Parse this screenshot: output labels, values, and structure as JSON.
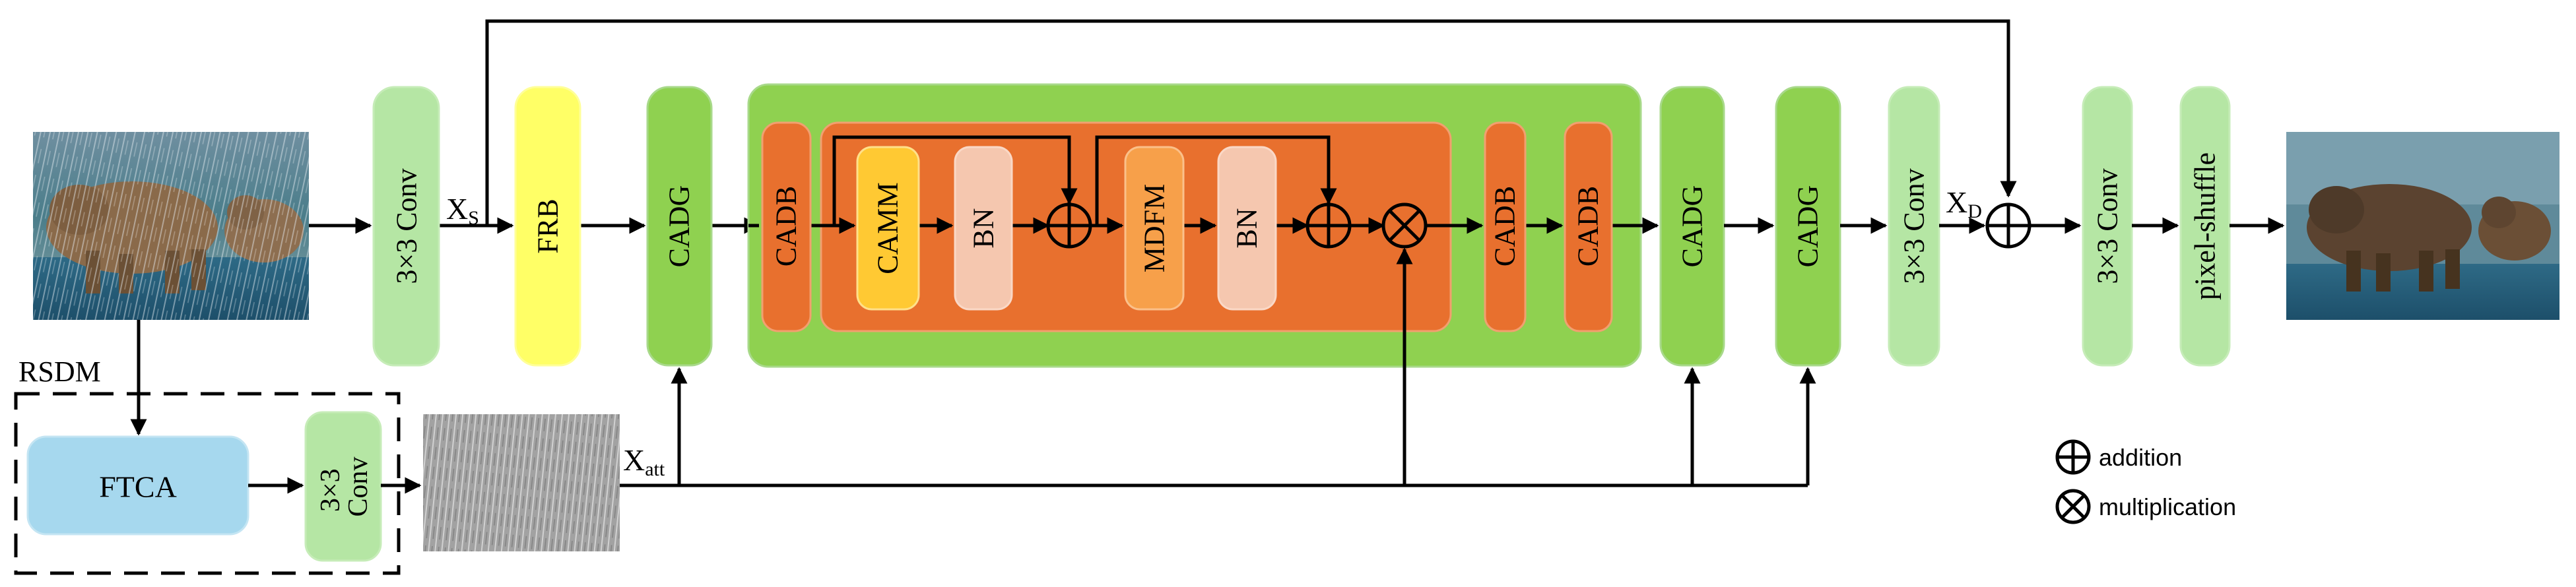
{
  "blocks": {
    "conv_in": "3×3 Conv",
    "frb": "FRB",
    "cadg_1": "CADG",
    "cadb_1": "CADB",
    "camm": "CAMM",
    "bn_1": "BN",
    "mdfm": "MDFM",
    "bn_2": "BN",
    "cadb_2": "CADB",
    "cadb_3": "CADB",
    "cadg_2": "CADG",
    "cadg_3": "CADG",
    "conv_mid": "3×3 Conv",
    "conv_out": "3×3 Conv",
    "pixel_shuffle": "pixel-shuffle",
    "ftca": "FTCA",
    "conv_rsdm_line1": "3×3",
    "conv_rsdm_line2": "Conv"
  },
  "labels": {
    "xs_main": "X",
    "xs_sub": "S",
    "xd_main": "X",
    "xd_sub": "D",
    "xatt_main": "X",
    "xatt_sub": "att",
    "rsdm": "RSDM"
  },
  "legend": {
    "addition": "addition",
    "multiplication": "multiplication"
  },
  "colors": {
    "conv_green": "#b5e6a4",
    "cadg_green": "#8fd150",
    "frb_yellow": "#ffff66",
    "cadb_orange": "#e8702e",
    "camm_yellow": "#ffc933",
    "mdfm_orange": "#f7a04a",
    "bn_peach": "#f5c7af",
    "ftca_blue": "#a6d8ee"
  },
  "icons": [
    "input-rainy-image",
    "attention-map-image",
    "output-clean-image",
    "addition-icon",
    "multiplication-icon"
  ]
}
